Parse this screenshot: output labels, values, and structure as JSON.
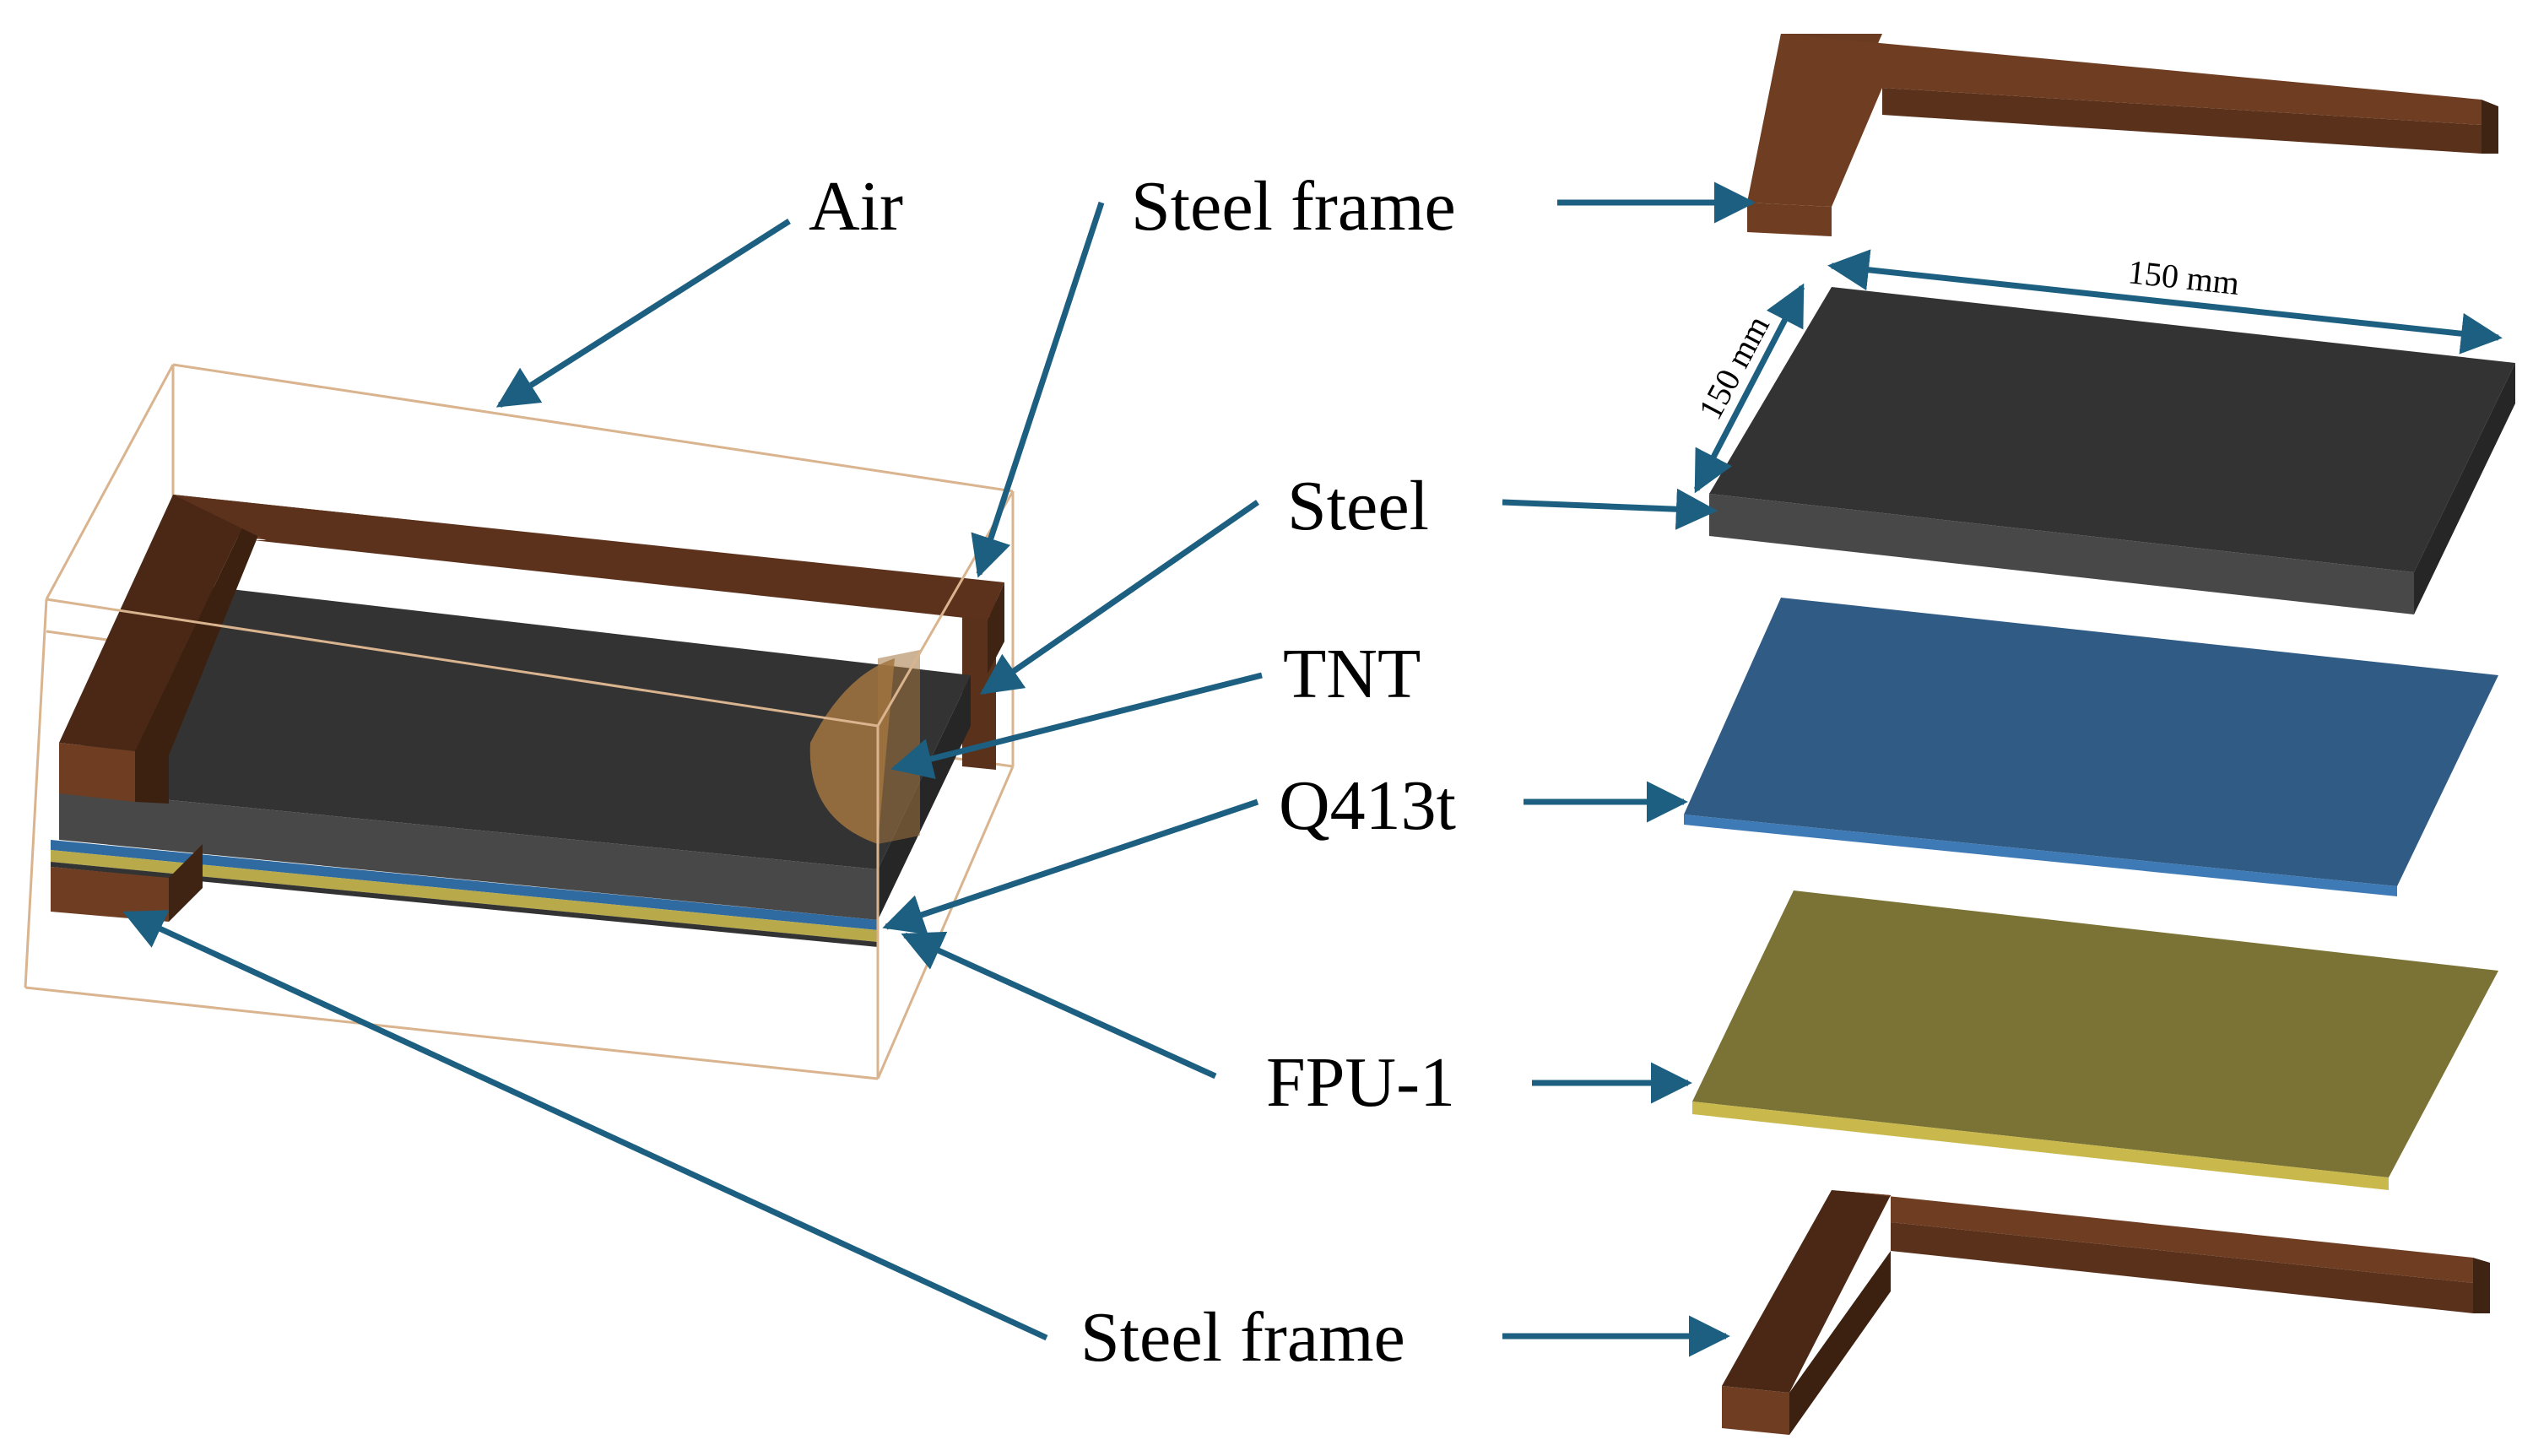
{
  "labels": {
    "air": "Air",
    "steel_frame_top": "Steel frame",
    "steel": "Steel",
    "tnt": "TNT",
    "q413t": "Q413t",
    "fpu1": "FPU-1",
    "steel_frame_bottom": "Steel frame"
  },
  "dimensions": {
    "length": "150 mm",
    "width": "150 mm"
  },
  "colors": {
    "arrow": "#1d5f80",
    "frame_top": "#6f3e22",
    "frame_front": "#5a311b",
    "frame_side": "#3f2313",
    "steel_top": "#333333",
    "steel_side": "#474747",
    "q413t": "#2f5b85",
    "fpu1": "#7a7335",
    "air_outline": "#d9b48f",
    "tnt": "#a27540"
  }
}
